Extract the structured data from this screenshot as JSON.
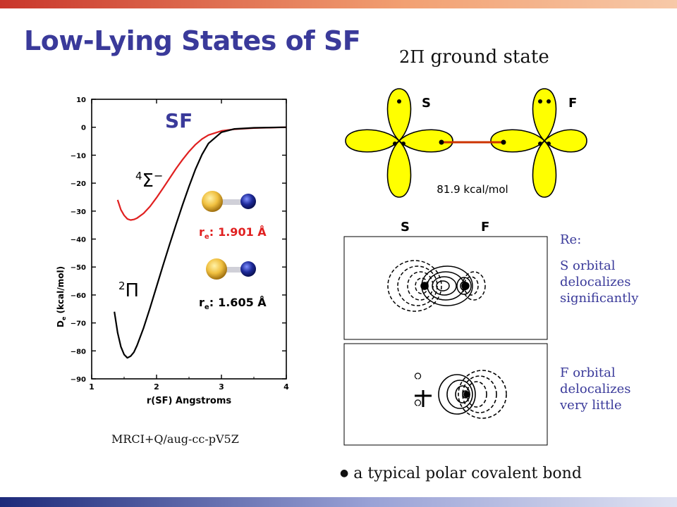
{
  "slide": {
    "title": "Low-Lying States of SF",
    "ground_state_title": "ground state",
    "ground_state_symbol": "2Π",
    "method": "MRCI+Q/aug-cc-pV5Z",
    "bond_energy": "81.9 kcal/mol",
    "atom_s": "S",
    "atom_f": "F",
    "contour_s": "S",
    "contour_f": "F",
    "re_heading": "Re:",
    "s_note": "S orbital\ndelocalizes\nsignificantly",
    "f_note": "F orbital\ndelocalizes\nvery little",
    "bullet": "●",
    "footer": "a typical polar covalent bond",
    "colors": {
      "title": "#3a3a9a",
      "lobe_fill": "#ffff00",
      "bond": "#cc3300",
      "sigma_curve": "#e02020",
      "pi_curve": "#000000",
      "s_atom": "#f0c040",
      "f_atom": "#1e2a9a"
    }
  },
  "chart_data": {
    "type": "line",
    "title": "SF",
    "xlabel": "r(SF) Angstroms",
    "ylabel": "De (kcal/mol)",
    "ylabel_main": "D",
    "ylabel_sub": "e",
    "ylabel_rest": " (kcal/mol)",
    "xlim": [
      1,
      4
    ],
    "ylim": [
      -90,
      10
    ],
    "x_ticks": [
      1,
      2,
      3,
      4
    ],
    "y_ticks": [
      10,
      0,
      -10,
      -20,
      -30,
      -40,
      -50,
      -60,
      -70,
      -80,
      -90
    ],
    "series": [
      {
        "name": "4Σ−",
        "color": "#e02020",
        "x": [
          1.4,
          1.45,
          1.5,
          1.55,
          1.6,
          1.65,
          1.7,
          1.8,
          1.9,
          2.0,
          2.1,
          2.2,
          2.3,
          2.4,
          2.5,
          2.6,
          2.7,
          2.8,
          3.0,
          3.2,
          3.5,
          4.0
        ],
        "y": [
          -26,
          -29.5,
          -31.5,
          -32.8,
          -33.2,
          -33.0,
          -32.5,
          -30.8,
          -28.3,
          -25.2,
          -21.8,
          -18.3,
          -14.8,
          -11.6,
          -8.7,
          -6.2,
          -4.2,
          -2.8,
          -1.3,
          -0.7,
          -0.3,
          0.0
        ]
      },
      {
        "name": "2Π",
        "color": "#000000",
        "x": [
          1.35,
          1.4,
          1.45,
          1.5,
          1.55,
          1.6,
          1.65,
          1.7,
          1.8,
          1.9,
          2.0,
          2.1,
          2.2,
          2.3,
          2.4,
          2.5,
          2.6,
          2.7,
          2.8,
          3.0,
          3.2,
          3.5,
          4.0
        ],
        "y": [
          -66,
          -73.5,
          -78.5,
          -81.3,
          -82.5,
          -81.9,
          -80.5,
          -78.0,
          -71.8,
          -64.6,
          -57.0,
          -49.4,
          -42.0,
          -34.8,
          -27.8,
          -21.2,
          -15.0,
          -9.8,
          -5.8,
          -1.8,
          -0.6,
          -0.2,
          0.0
        ]
      }
    ],
    "labels": {
      "sigma": "Σ",
      "sigma_sup": "4",
      "sigma_tail": "−",
      "pi": "Π",
      "pi_sup": "2",
      "re_sigma": "1.901 Å",
      "re_pi": "1.605 Å",
      "re_prefix": "r",
      "re_sub": "e",
      "re_colon": ":"
    }
  }
}
